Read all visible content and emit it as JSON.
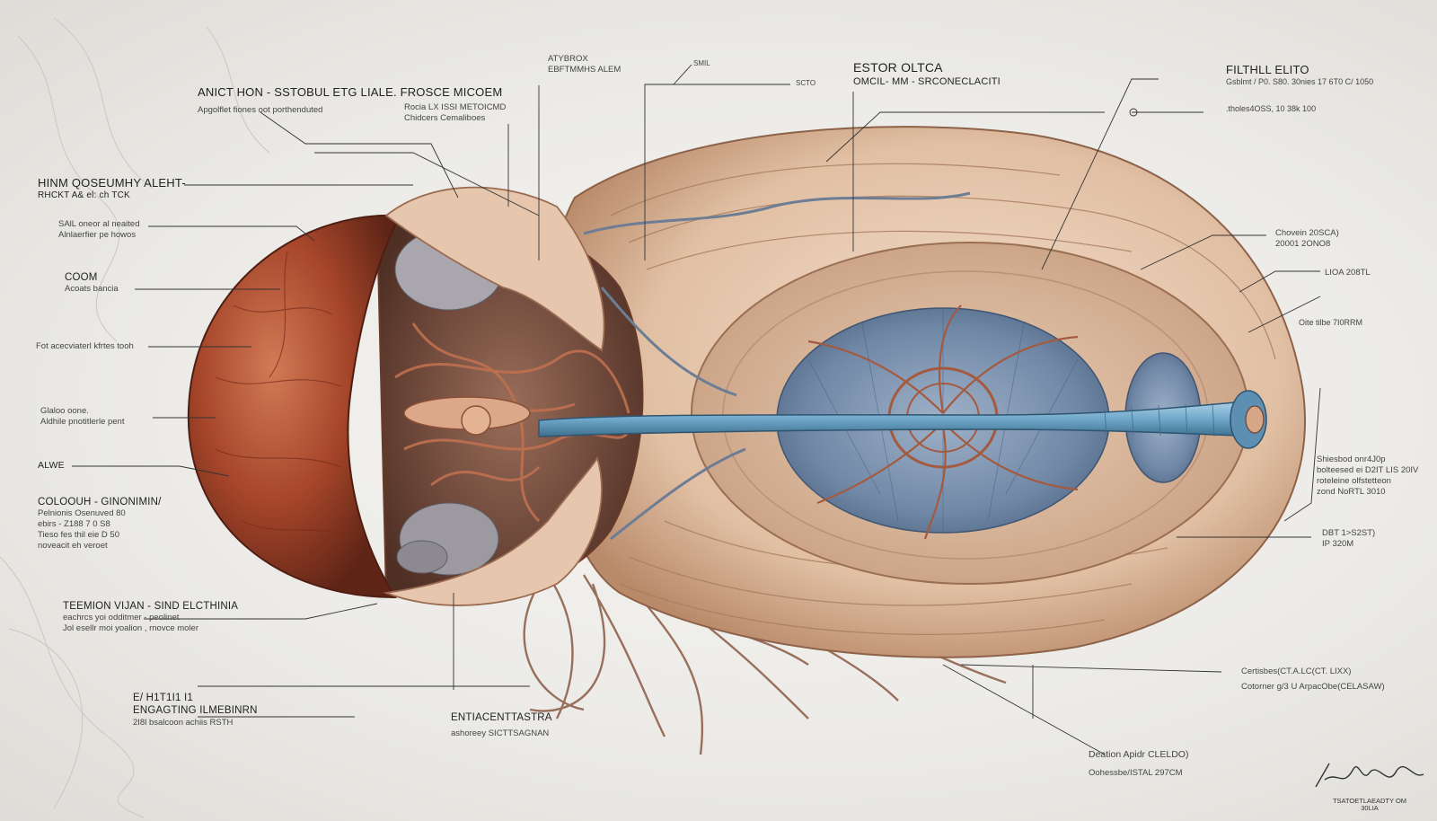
{
  "labels": [
    {
      "id": "top-left-title",
      "lines": [
        "ANICT HON - SSTOBUL ETG LIALE. FROSCE MICOEM",
        "Apgolflet fiones oot porthenduted"
      ]
    },
    {
      "id": "roca",
      "lines": [
        "Rocia LX ISSI METOICMD",
        "Chidcers Cemaliboes"
      ]
    },
    {
      "id": "atybrox",
      "lines": [
        "ATYBROX",
        "EBFTMMHS ALEM"
      ]
    },
    {
      "id": "smil",
      "lines": [
        "SMIL"
      ]
    },
    {
      "id": "scto",
      "lines": [
        "SCTO"
      ]
    },
    {
      "id": "estor",
      "lines": [
        "ESTOR OLTCA",
        "OMCIL- MM - SRCONECLACITI"
      ]
    },
    {
      "id": "filthl",
      "lines": [
        "FILTHLL ELITO",
        "Gsblmt / P0. S80. 30nies 17 6T0 C/ 1050"
      ]
    },
    {
      "id": "tholes",
      "lines": [
        ".tholes4OSS, 10 38k 100"
      ]
    },
    {
      "id": "hinm",
      "lines": [
        "HINM QOSEUMHY ALEHT-",
        "RHCKT A& el: ch TCK"
      ]
    },
    {
      "id": "sall",
      "lines": [
        "SAlL oneor al neaited",
        "Alnlaerfier pe howos"
      ]
    },
    {
      "id": "coom",
      "lines": [
        "COOM",
        "Acoats bancia"
      ]
    },
    {
      "id": "fot",
      "lines": [
        "Fot acecviaterl kfrtes tooh"
      ]
    },
    {
      "id": "glaloo",
      "lines": [
        "Glaloo oone.",
        "Aldhile pnotitlerle pent"
      ]
    },
    {
      "id": "alwe",
      "lines": [
        "ALWE"
      ]
    },
    {
      "id": "coloou",
      "lines": [
        "COLOOUH - GINONIMIN/",
        "Pelnionis Osenuved 80",
        "ebirs - Z188 7 0 S8",
        "Tieso fes thil eie D 50",
        "noveacit eh veroet"
      ]
    },
    {
      "id": "teemion",
      "lines": [
        "TEEMION VIJAN - SIND ELCTHINIA",
        "eachrcs yoi odditmer - peolinet",
        "Jol esellr moi yoalion , rnovce moler"
      ]
    },
    {
      "id": "engating",
      "lines": [
        "E/ H1T1I1 I1",
        "ENGAGTING ILMEBINRN",
        "2I8l bsalcoon achiis RSTH"
      ]
    },
    {
      "id": "entiacent",
      "lines": [
        "ENTIACENTTASTRA",
        "ashoreey SICTTSAGNAN"
      ]
    },
    {
      "id": "chovein",
      "lines": [
        "Chovein 20SCA)",
        "20001 2ONO8"
      ]
    },
    {
      "id": "lioa",
      "lines": [
        "LIOA 208TL"
      ]
    },
    {
      "id": "oite",
      "lines": [
        "Oite tilbe 7I0RRM"
      ]
    },
    {
      "id": "shiesbod",
      "lines": [
        "Shiesbod onr4J0p",
        "bolteesed ei D2IT LIS 20IV",
        "roteleine olfstetteon",
        "zond NoRTL 3010"
      ]
    },
    {
      "id": "dbt",
      "lines": [
        "DBT 1>S2ST)",
        "IP 320M"
      ]
    },
    {
      "id": "certisbes",
      "lines": [
        "Certisbes(CT.A.LC(CT. LIXX)",
        "Cotorner g/3 U ArpacObe(CELASAW)"
      ]
    },
    {
      "id": "deation",
      "lines": [
        "Deation Apidr CLELDO)",
        "Oohessbe/ISTAL 297CM"
      ]
    }
  ],
  "signature": {
    "text_lines": [
      "TSATOETLAEADTY OM",
      "30LIA"
    ]
  },
  "colors": {
    "background": "#ecebe7",
    "cap_red": "#a9482c",
    "tissue_beige": "#e3c6ad",
    "vessel_brown": "#8a4a33",
    "core_blue": "#6f87a6",
    "tube_blue": "#6ea7c9",
    "leader_line": "#333333"
  },
  "icons": [
    "signature-mark"
  ]
}
